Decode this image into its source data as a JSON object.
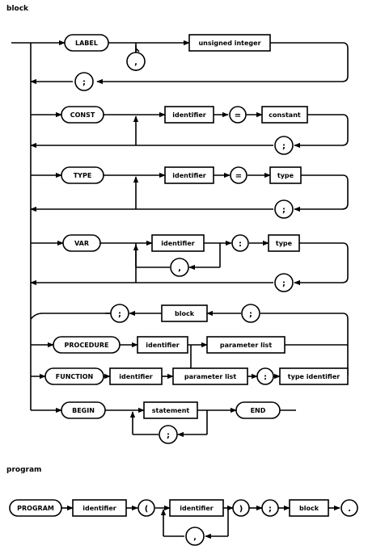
{
  "titles": {
    "block": "block",
    "program": "program"
  },
  "labels": {
    "label_kw": "LABEL",
    "unsigned_integer": "unsigned integer",
    "comma": ",",
    "semicolon": ";",
    "const_kw": "CONST",
    "identifier": "identifier",
    "equals": "=",
    "constant": "constant",
    "type_kw": "TYPE",
    "type": "type",
    "var_kw": "VAR",
    "colon": ":",
    "block": "block",
    "procedure_kw": "PROCEDURE",
    "parameter_list": "parameter list",
    "function_kw": "FUNCTION",
    "type_identifier": "type identifier",
    "begin_kw": "BEGIN",
    "statement": "statement",
    "end_kw": "END",
    "program_kw": "PROGRAM",
    "lparen": "(",
    "rparen": ")",
    "period": "."
  }
}
